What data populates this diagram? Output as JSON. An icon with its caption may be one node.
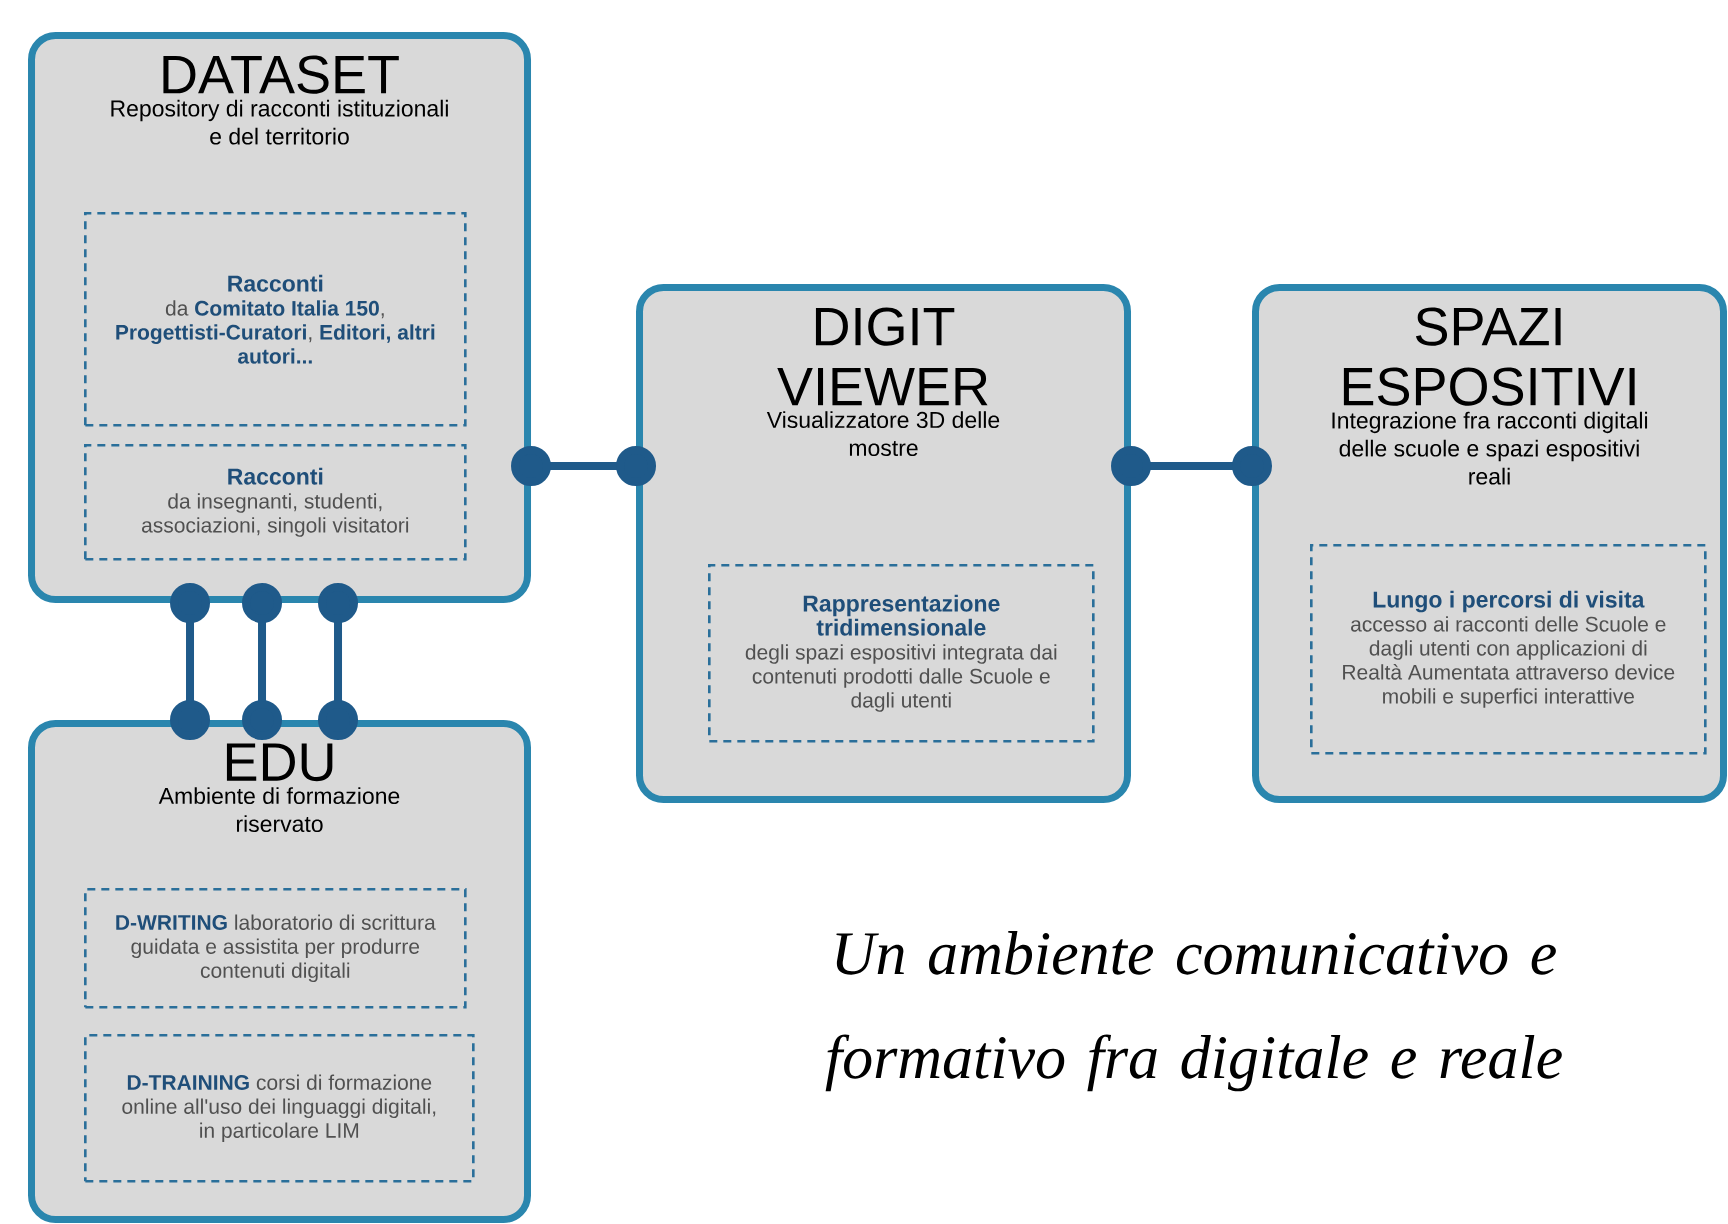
{
  "diagram": {
    "nodes": [
      {
        "text": [
          "DATASET",
          "Repository di racconti istituzionali e del territorio"
        ]
      },
      {
        "text": [
          "Racconti",
          "da **Comitato Italia 150**, **Progettisti-Curatori**, **Editori, altri autori...**"
        ],
        "in": 0
      },
      {
        "text": [
          "Racconti",
          "da insegnanti, studenti, associazioni, singoli visitatori"
        ],
        "in": 0
      },
      {
        "text": [
          "DIGIT VIEWER",
          "Visualizzatore 3D delle mostre"
        ]
      },
      {
        "text": [
          "Rappresentazione tridimensionale",
          "degli spazi espositivi integrata dai contenuti prodotti dalle Scuole e dagli utenti"
        ],
        "in": 3
      },
      {
        "text": [
          "SPAZI ESPOSITIVI",
          "Integrazione fra racconti digitali delle scuole e spazi espositivi reali"
        ]
      },
      {
        "text": [
          "Lungo i percorsi di visita",
          "accesso ai racconti delle Scuole e dagli utenti con applicazioni di Realtà Aumentata attraverso device mobili e superfici interattive"
        ],
        "in": 5
      },
      {
        "text": [
          "EDU",
          "Ambiente di formazione riservato"
        ]
      },
      {
        "text": [
          "**D-WRITING** laboratorio di scrittura guidata e assistita per produrre contenuti digitali"
        ],
        "in": 7
      },
      {
        "text": [
          "**D-TRAINING** corsi di formazione online all'uso dei linguaggi digitali, in particolare LIM"
        ],
        "in": 7
      }
    ],
    "edges": [
      {
        "from": 0,
        "to": 3,
        "arrow": "other"
      },
      {
        "from": 3,
        "to": 5,
        "arrow": "other"
      },
      {
        "from": 0,
        "to": 7,
        "arrow": "other"
      },
      {
        "from": 0,
        "to": 7,
        "arrow": "other"
      },
      {
        "from": 0,
        "to": 7,
        "arrow": "other"
      }
    ],
    "labels": [
      "Un ambiente comunicativo e formativo fra digitale e reale"
    ]
  }
}
